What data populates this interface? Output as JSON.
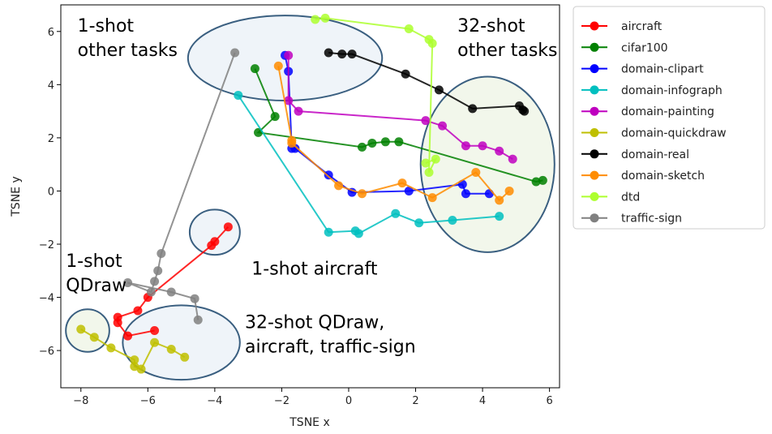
{
  "chart_data": {
    "type": "scatter",
    "xlabel": "TSNE x",
    "ylabel": "TSNE y",
    "xlim": [
      -8.6,
      6.3
    ],
    "ylim": [
      -7.4,
      7.0
    ],
    "xticks": [
      -8,
      -6,
      -4,
      -2,
      0,
      2,
      4,
      6
    ],
    "yticks": [
      -6,
      -4,
      -2,
      0,
      2,
      4,
      6
    ],
    "tick_labels_x": [
      "−8",
      "−6",
      "−4",
      "−2",
      "0",
      "2",
      "4",
      "6"
    ],
    "tick_labels_y": [
      "−6",
      "−4",
      "−2",
      "0",
      "2",
      "4",
      "6"
    ],
    "grid": false,
    "legend_position": "outside-right",
    "series": [
      {
        "name": "aircraft",
        "color": "#ff0000",
        "x": [
          -3.6,
          -4.0,
          -4.1,
          -6.0,
          -6.3,
          -6.9,
          -6.9,
          -6.6,
          -5.8
        ],
        "y": [
          -1.35,
          -1.9,
          -2.05,
          -4.0,
          -4.5,
          -4.75,
          -4.95,
          -5.45,
          -5.25
        ]
      },
      {
        "name": "cifar100",
        "color": "#008000",
        "x": [
          -2.8,
          -2.2,
          -2.7,
          0.4,
          0.7,
          1.1,
          1.5,
          5.6,
          5.8
        ],
        "y": [
          4.6,
          2.8,
          2.2,
          1.65,
          1.8,
          1.85,
          1.85,
          0.35,
          0.4
        ]
      },
      {
        "name": "domain-clipart",
        "color": "#0000ff",
        "x": [
          -1.9,
          -1.8,
          -1.7,
          -1.6,
          -0.6,
          0.1,
          1.8,
          3.4,
          3.5,
          4.2
        ],
        "y": [
          5.1,
          4.5,
          1.6,
          1.6,
          0.6,
          -0.05,
          0.0,
          0.25,
          -0.1,
          -0.1
        ]
      },
      {
        "name": "domain-infograph",
        "color": "#00bfbf",
        "x": [
          -3.3,
          -0.6,
          0.2,
          0.3,
          1.4,
          2.1,
          3.1,
          4.5
        ],
        "y": [
          3.6,
          -1.55,
          -1.5,
          -1.6,
          -0.85,
          -1.2,
          -1.1,
          -0.95
        ]
      },
      {
        "name": "domain-painting",
        "color": "#bf00bf",
        "x": [
          -1.8,
          -1.8,
          -1.5,
          2.3,
          2.8,
          3.5,
          4.0,
          4.5,
          4.9
        ],
        "y": [
          5.1,
          3.4,
          3.0,
          2.65,
          2.45,
          1.7,
          1.7,
          1.5,
          1.2
        ]
      },
      {
        "name": "domain-quickdraw",
        "color": "#bfbf00",
        "x": [
          -8.0,
          -7.6,
          -7.1,
          -6.4,
          -6.4,
          -6.2,
          -5.8,
          -5.3,
          -4.9
        ],
        "y": [
          -5.2,
          -5.5,
          -5.9,
          -6.35,
          -6.6,
          -6.7,
          -5.7,
          -5.95,
          -6.25
        ]
      },
      {
        "name": "domain-real",
        "color": "#000000",
        "x": [
          -0.6,
          -0.2,
          0.1,
          1.7,
          2.7,
          3.7,
          5.1,
          5.2,
          5.25
        ],
        "y": [
          5.2,
          5.15,
          5.15,
          4.4,
          3.8,
          3.1,
          3.2,
          3.05,
          3.0
        ]
      },
      {
        "name": "domain-sketch",
        "color": "#ff8c00",
        "x": [
          -2.1,
          -1.7,
          -1.7,
          -0.3,
          0.4,
          1.6,
          2.5,
          3.8,
          4.5,
          4.8
        ],
        "y": [
          4.7,
          1.9,
          1.8,
          0.2,
          -0.1,
          0.3,
          -0.25,
          0.7,
          -0.35,
          0.0
        ]
      },
      {
        "name": "dtd",
        "color": "#adff2f",
        "x": [
          -1.0,
          -0.7,
          1.8,
          2.4,
          2.5,
          2.4,
          2.6,
          2.3
        ],
        "y": [
          6.45,
          6.5,
          6.1,
          5.7,
          5.55,
          0.7,
          1.2,
          1.05
        ]
      },
      {
        "name": "traffic-sign",
        "color": "#808080",
        "x": [
          -3.4,
          -5.6,
          -5.7,
          -5.8,
          -5.9,
          -6.6,
          -5.3,
          -4.6,
          -4.5
        ],
        "y": [
          5.2,
          -2.35,
          -3.0,
          -3.4,
          -3.8,
          -3.45,
          -3.8,
          -4.05,
          -4.85
        ]
      }
    ],
    "legend": [
      "aircraft",
      "cifar100",
      "domain-clipart",
      "domain-infograph",
      "domain-painting",
      "domain-quickdraw",
      "domain-real",
      "domain-sketch",
      "dtd",
      "traffic-sign"
    ],
    "annotations": [
      {
        "lines": [
          "1-shot",
          "other tasks"
        ],
        "x": -8.1,
        "y": 6.0
      },
      {
        "lines": [
          "32-shot",
          "other tasks"
        ],
        "x": 3.25,
        "y": 6.0
      },
      {
        "lines": [
          "1-shot aircraft"
        ],
        "x": -2.9,
        "y": -3.15
      },
      {
        "lines": [
          "1-shot",
          "QDraw"
        ],
        "x": -8.45,
        "y": -2.85
      },
      {
        "lines": [
          "32-shot QDraw,",
          "aircraft, traffic-sign"
        ],
        "x": -3.1,
        "y": -5.15
      }
    ],
    "ellipses": [
      {
        "cx": -1.9,
        "cy": 5.0,
        "rx": 2.9,
        "ry": 1.6
      },
      {
        "cx": 4.15,
        "cy": 1.0,
        "rx": 2.0,
        "ry": 3.3
      },
      {
        "cx": -4.0,
        "cy": -1.55,
        "rx": 0.75,
        "ry": 0.85
      },
      {
        "cx": -7.8,
        "cy": -5.25,
        "rx": 0.65,
        "ry": 0.8
      },
      {
        "cx": -5.0,
        "cy": -5.7,
        "rx": 1.75,
        "ry": 1.4
      }
    ]
  }
}
